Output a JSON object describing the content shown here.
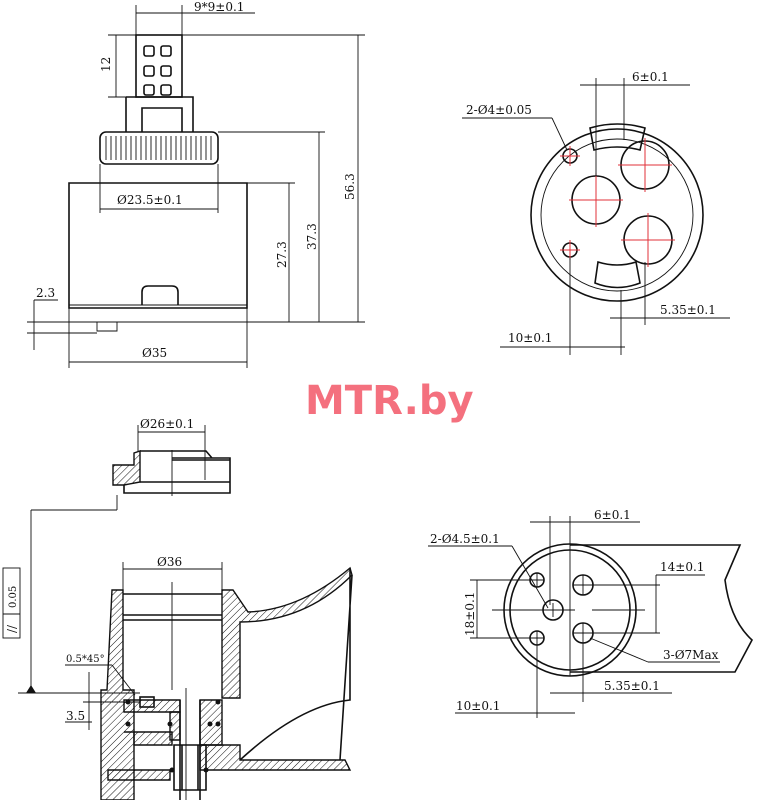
{
  "watermark": "MTR.by",
  "side_view": {
    "stem_width": "9*9±0.1",
    "stem_height": "12",
    "total_height": "56.3",
    "cap_height": "37.3",
    "body_height": "27.3",
    "cap_diameter": "Ø23.5±0.1",
    "base_offset": "2.3",
    "body_diameter": "Ø35"
  },
  "top_view": {
    "pin_holes": "2-Ø4±0.05",
    "center_offset": "6±0.1",
    "port_offset": "5.35±0.1",
    "pin_offset": "10±0.1"
  },
  "seat_section": {
    "ring_diameter": "Ø26±0.1",
    "bore_diameter": "Ø36",
    "parallelism_symbol": "//",
    "parallelism_tolerance": "0.05",
    "chamfer": "0.5*45°",
    "step_depth": "3.5"
  },
  "seat_plan": {
    "pin_holes": "2-Ø4.5±0.1",
    "center_offset": "6±0.1",
    "port_spacing": "14±0.1",
    "pin_spacing": "18±0.1",
    "ports": "3-Ø7Max",
    "port_offset": "5.35±0.1",
    "pin_offset": "10±0.1"
  }
}
